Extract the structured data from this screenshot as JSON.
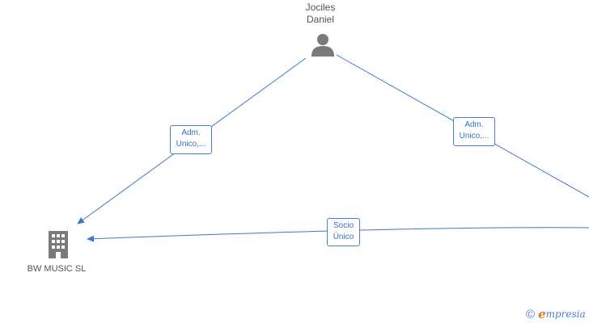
{
  "colors": {
    "edge": "#3f76cc",
    "box_border": "#4a7fd4",
    "box_text": "#3a6fc4",
    "icon": "#7a7a7a",
    "label": "#555555",
    "brand_accent": "#e07a1f"
  },
  "nodes": {
    "person": {
      "name_line1": "Jociles",
      "name_line2": "Daniel",
      "icon": "person-icon"
    },
    "company": {
      "name": "BW MUSIC  SL",
      "icon": "building-icon"
    }
  },
  "edges": {
    "adm_left": {
      "line1": "Adm.",
      "line2": "Unico,..."
    },
    "adm_right": {
      "line1": "Adm.",
      "line2": "Unico,..."
    },
    "socio": {
      "line1": "Socio",
      "line2": "Único"
    }
  },
  "footer": {
    "copyright_symbol": "©",
    "brand_first": "e",
    "brand_rest": "mpresia"
  }
}
